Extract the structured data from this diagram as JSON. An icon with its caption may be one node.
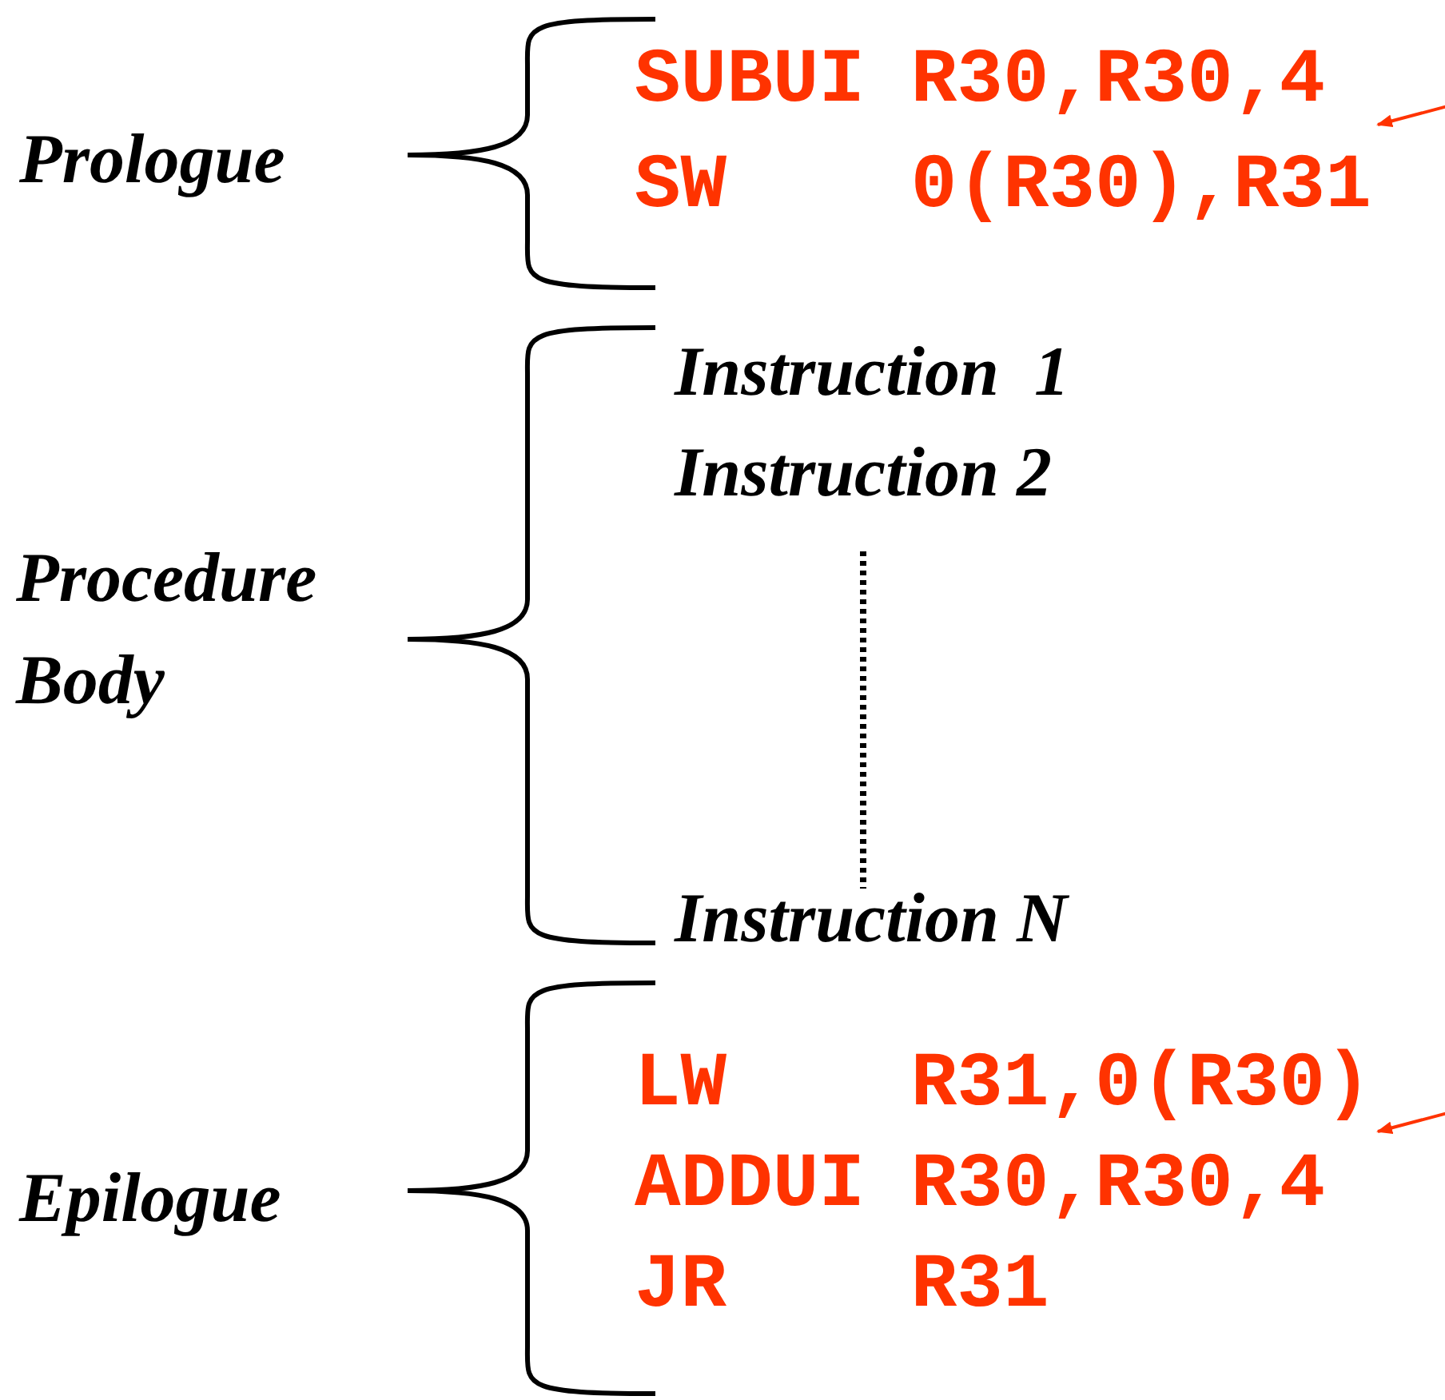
{
  "diagram": {
    "nodes": [
      {
        "text": [
          "SUBUI R30,R30,4",
          "SW    0(R30),R31"
        ]
      },
      {
        "text": [
          "LW    R31,0(R30)",
          "ADDUI R30,R30,4",
          "JR    R31"
        ]
      }
    ],
    "edges": [
      {
        "from": null,
        "to": 0,
        "arrow": "to"
      },
      {
        "from": null,
        "to": 1,
        "arrow": "to"
      }
    ],
    "labels": [
      "Prologue",
      "Procedure Body",
      "Instruction  1",
      "Instruction 2",
      "Instruction N",
      "Epilogue"
    ]
  }
}
